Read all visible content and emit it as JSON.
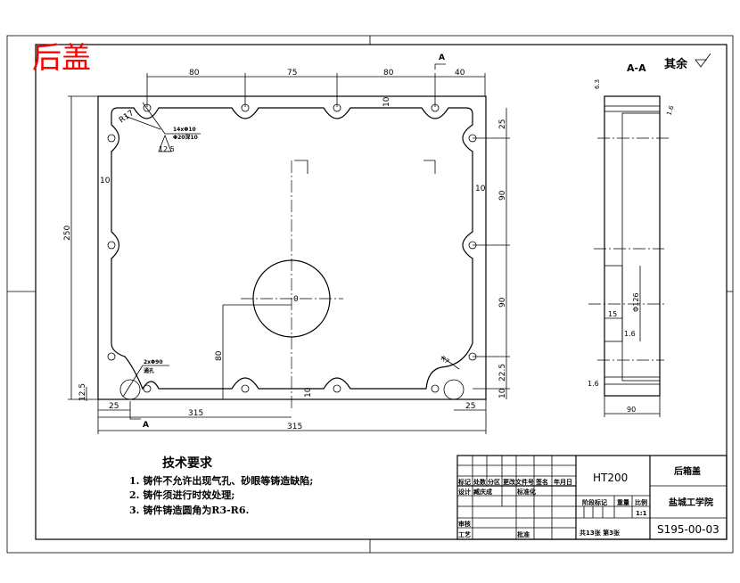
{
  "title": {
    "text": "后盖",
    "color": "#ff0000"
  },
  "section_label": "A-A",
  "surface_note": "其余",
  "section_markers": {
    "top": "A",
    "bottom": "A"
  },
  "dimensions": {
    "top": [
      "80",
      "75",
      "80",
      "40"
    ],
    "flange_width": "10",
    "right": [
      "25",
      "90",
      "90",
      "22.5",
      "10"
    ],
    "right_inner": "10",
    "left_height": "250",
    "left_offset": "12.5",
    "bottom_left": "25",
    "bottom_right": "25",
    "half_length": "315",
    "total_length": "315",
    "center_height": "80",
    "bottom_flange": "10",
    "radius_corner": "R17",
    "radius_inner": "R7",
    "hole_note_1": "14xΦ10",
    "hole_note_2": "Φ20深10",
    "pin_note_1": "2xΦ90",
    "pin_note_2": "通孔",
    "roughness_hole": "12.5",
    "center_mark": "0",
    "section": {
      "top_roughness": "6.3",
      "inner_roughness": "1.6",
      "bore": "Φ126",
      "step": "15",
      "bore_roughness": "1.6",
      "bottom_roughness": "1.6",
      "width": "90"
    }
  },
  "requirements": {
    "heading": "技术要求",
    "items": [
      "1. 铸件不允许出现气孔、砂眼等铸造缺陷;",
      "2. 铸件须进行时效处理;",
      "3. 铸件铸造圆角为R3-R6."
    ]
  },
  "title_block": {
    "material": "HT200",
    "part_name": "后箱盖",
    "school": "盐城工学院",
    "drawing_no": "S195-00-03",
    "headers": [
      "标记",
      "处数",
      "分区",
      "更改文件号",
      "签名",
      "年月日"
    ],
    "design": "设计",
    "designer": "臧庆成",
    "standardize": "标准化",
    "review": "审核",
    "process": "工艺",
    "approve": "批准",
    "stage": "阶段标记",
    "weight": "重量",
    "scale_label": "比例",
    "scale": "1:1",
    "sheets": "共13张 第3张"
  }
}
